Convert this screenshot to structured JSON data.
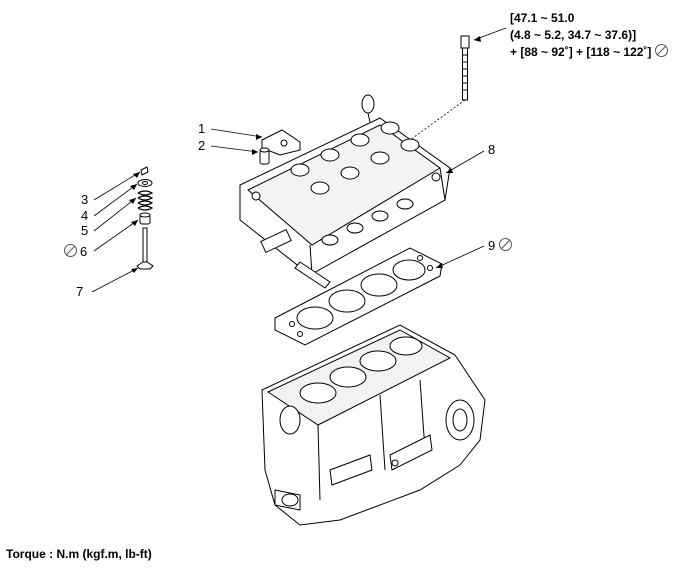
{
  "callouts": [
    {
      "id": "1",
      "label": "1"
    },
    {
      "id": "2",
      "label": "2"
    },
    {
      "id": "3",
      "label": "3"
    },
    {
      "id": "4",
      "label": "4"
    },
    {
      "id": "5",
      "label": "5"
    },
    {
      "id": "6",
      "label": "6",
      "no_reuse": true
    },
    {
      "id": "7",
      "label": "7"
    },
    {
      "id": "8",
      "label": "8"
    },
    {
      "id": "9",
      "label": "9",
      "no_reuse": true
    }
  ],
  "torque_spec": {
    "line1": "[47.1 ~ 51.0",
    "line2": "(4.8 ~ 5.2, 34.7 ~ 37.6)]",
    "line3": "+ [88 ~ 92˚] + [118 ~ 122˚]",
    "no_reuse": true
  },
  "footer": {
    "torque_unit_note": "Torque : N.m (kgf.m, lb-ft)"
  },
  "icons": {
    "no_reuse_symbol": "do-not-reuse-icon"
  }
}
